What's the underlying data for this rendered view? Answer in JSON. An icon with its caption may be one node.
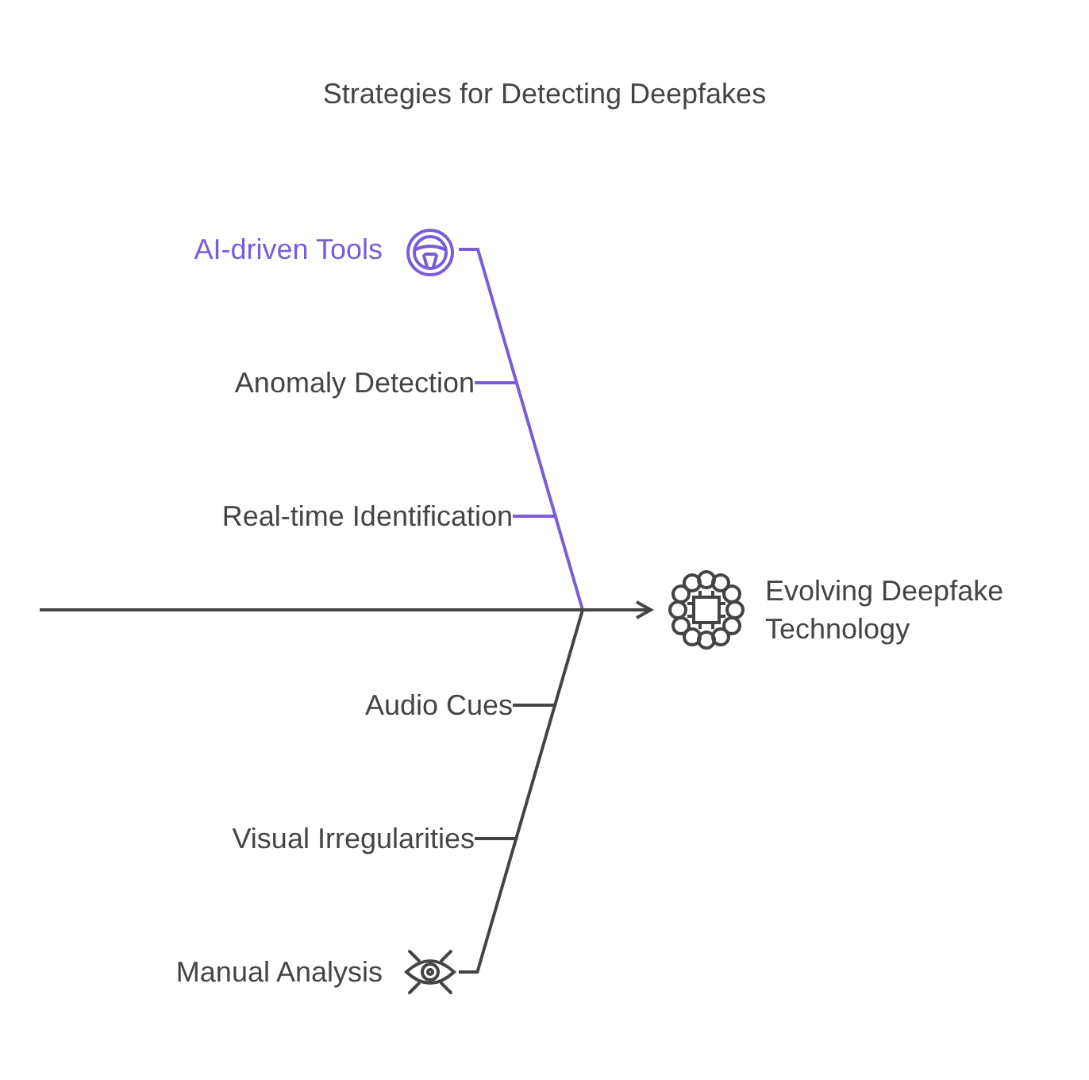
{
  "diagram": {
    "title": "Strategies for Detecting Deepfakes",
    "nodes": [
      {
        "text": [
          "AI-driven Tools"
        ]
      },
      {
        "text": [
          "Anomaly Detection"
        ]
      },
      {
        "text": [
          "Real-time Identification"
        ]
      },
      {
        "text": [
          "Audio Cues"
        ]
      },
      {
        "text": [
          "Visual Irregularities"
        ]
      },
      {
        "text": [
          "Manual Analysis"
        ]
      },
      {
        "text": [
          "Evolving Deepfake Technology"
        ]
      }
    ],
    "edges": [
      {
        "from": null,
        "to": 6,
        "arrow": "to"
      },
      {
        "from": 0,
        "to": 6,
        "arrow": "none",
        "color": "#7a5cd6"
      },
      {
        "from": 1,
        "to": null,
        "arrow": "none",
        "color": "#7a5cd6"
      },
      {
        "from": 2,
        "to": null,
        "arrow": "none",
        "color": "#7a5cd6"
      },
      {
        "from": 5,
        "to": 6,
        "arrow": "none"
      },
      {
        "from": 3,
        "to": null,
        "arrow": "none"
      },
      {
        "from": 4,
        "to": null,
        "arrow": "none"
      }
    ]
  }
}
